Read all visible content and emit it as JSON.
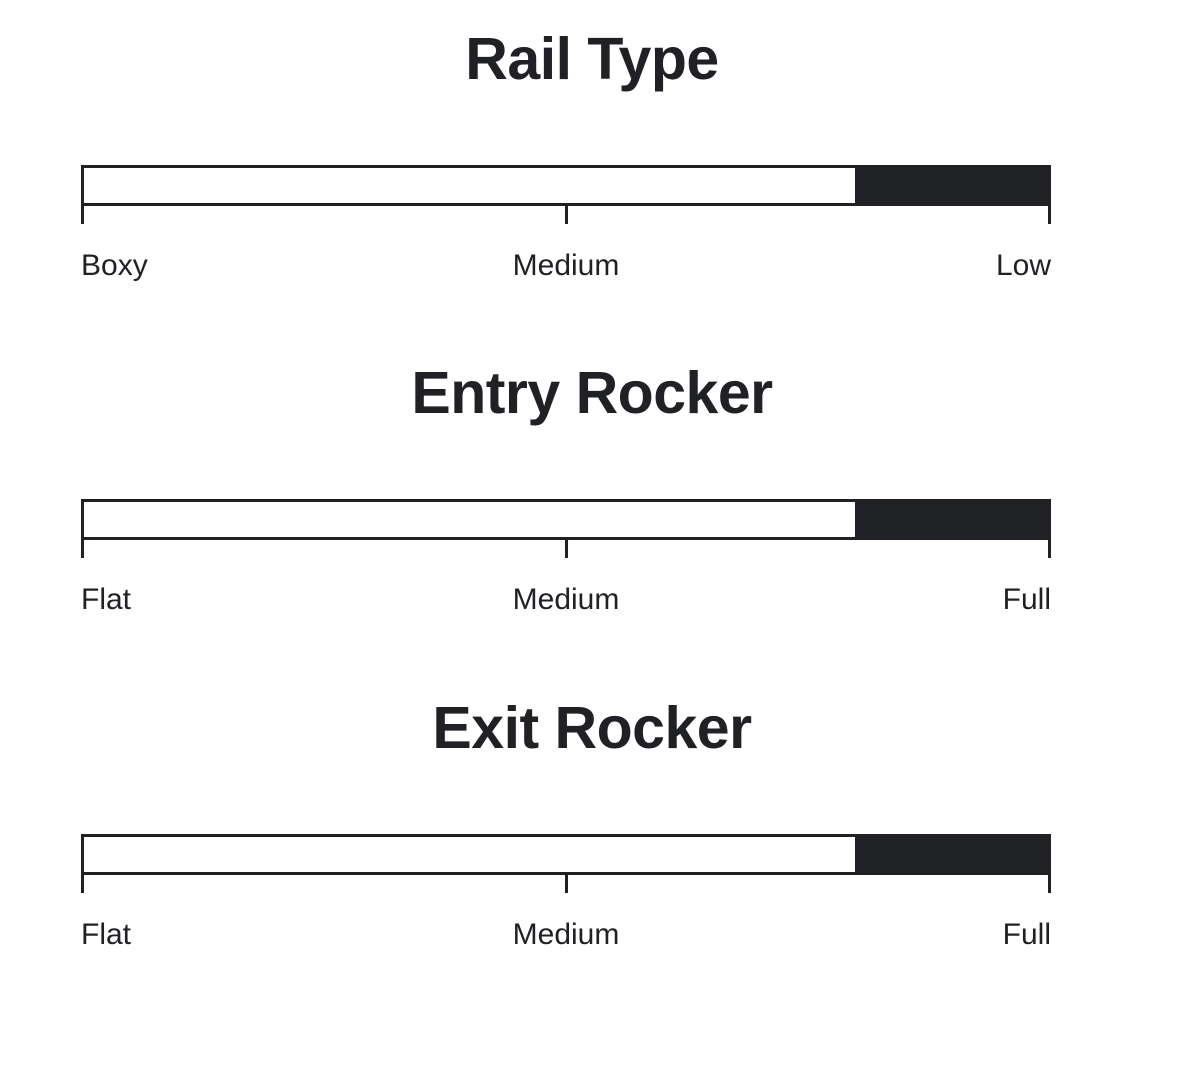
{
  "theme": {
    "background": "#ffffff",
    "ink": "#202125",
    "track_fill": "#ffffff",
    "value_fill": "#202125"
  },
  "chart_data": {
    "type": "bar",
    "title": "",
    "xlabel": "",
    "ylabel": "",
    "grid": false,
    "legend": null,
    "orientation": "horizontal",
    "scale_min": 0,
    "scale_max": 100,
    "note": "Three horizontal gauge meters; each dark segment spans from 80% to 100% of the track.",
    "categories": [
      "Rail Type",
      "Entry Rocker",
      "Exit Rocker"
    ],
    "values": [
      100,
      100,
      100
    ],
    "fill_start_percent": [
      80,
      80,
      80
    ],
    "series": [
      {
        "name": "Rail Type",
        "value_percent": 100,
        "fill_start_percent": 80,
        "tick_labels": [
          "Boxy",
          "Medium",
          "Low"
        ],
        "tick_positions": [
          0,
          50,
          100
        ]
      },
      {
        "name": "Entry Rocker",
        "value_percent": 100,
        "fill_start_percent": 80,
        "tick_labels": [
          "Flat",
          "Medium",
          "Full"
        ],
        "tick_positions": [
          0,
          50,
          100
        ]
      },
      {
        "name": "Exit Rocker",
        "value_percent": 100,
        "fill_start_percent": 80,
        "tick_labels": [
          "Flat",
          "Medium",
          "Full"
        ],
        "tick_positions": [
          0,
          50,
          100
        ]
      }
    ]
  },
  "sections": [
    {
      "title": "Rail Type",
      "fill_start_percent": 80,
      "labels": {
        "start": "Boxy",
        "mid": "Medium",
        "end": "Low"
      }
    },
    {
      "title": "Entry Rocker",
      "fill_start_percent": 80,
      "labels": {
        "start": "Flat",
        "mid": "Medium",
        "end": "Full"
      }
    },
    {
      "title": "Exit Rocker",
      "fill_start_percent": 80,
      "labels": {
        "start": "Flat",
        "mid": "Medium",
        "end": "Full"
      }
    }
  ]
}
